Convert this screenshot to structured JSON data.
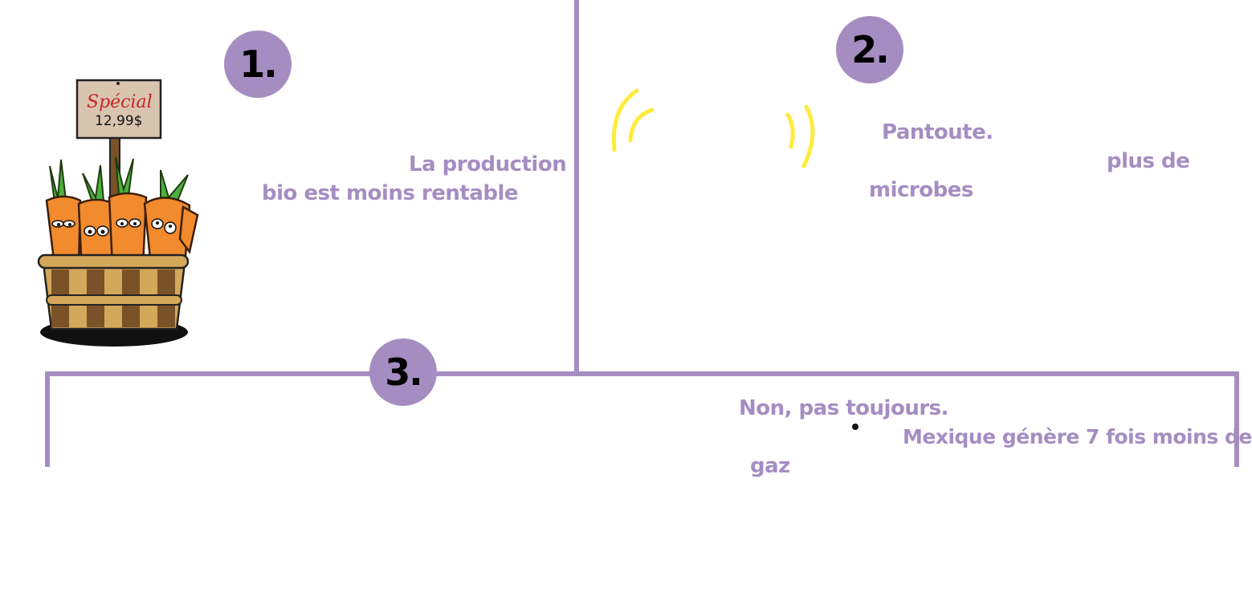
{
  "panels": [
    {
      "number": "1.",
      "texts": [
        "La production",
        "bio est moins rentable"
      ]
    },
    {
      "number": "2.",
      "texts": [
        "Pantoute.",
        "plus de",
        "microbes"
      ]
    },
    {
      "number": "3.",
      "texts": [
        "Non, pas toujours.",
        "Mexique génère 7 fois moins de",
        "gaz"
      ]
    }
  ],
  "illustration": {
    "sign_line1": "Spécial",
    "sign_line2": "12,99$"
  },
  "colors": {
    "accent": "#a58dc2",
    "highlight": "#ffeb3b",
    "carrot": "#f28a2e",
    "basket": "#7a5228"
  }
}
